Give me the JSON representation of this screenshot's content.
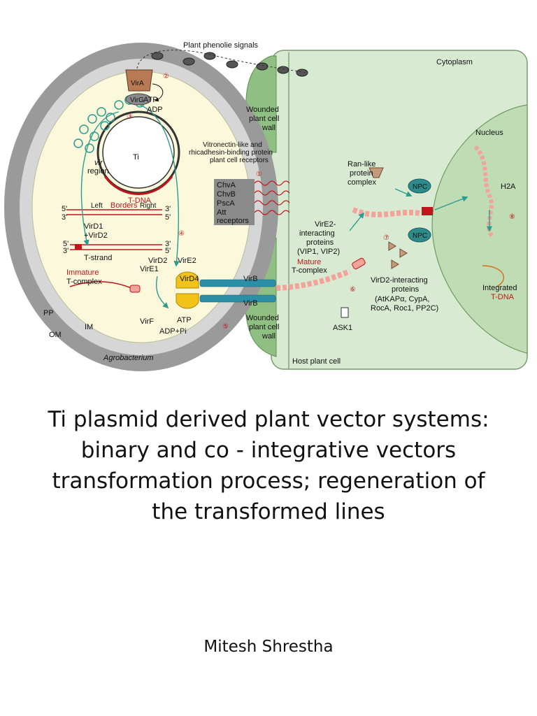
{
  "slide": {
    "title_lines": [
      "Ti plasmid derived plant vector systems:",
      "binary and co - integrative vectors",
      "transformation process; regeneration of",
      "the transformed lines"
    ],
    "author": "Mitesh Shrestha"
  },
  "figure": {
    "labels": {
      "phenolic": "Plant phenolie signals",
      "cytoplasm": "Cytoplasm",
      "wounded_top": [
        "Wounded",
        "plant cell",
        "wall"
      ],
      "wounded_bottom": [
        "Wounded",
        "plant cell",
        "wall"
      ],
      "host_cell": "Host plant cell",
      "agrobacterium": "Agrobacterium",
      "vira": "VirA",
      "virg": "VirG",
      "atp_top": "ATP",
      "adp_top": "ADP",
      "ti": "Ti",
      "vir_region": [
        "vir",
        "region"
      ],
      "tdna": "T-DNA",
      "left": "Left",
      "borders": "Borders",
      "right": "Right",
      "five_prime": "5'",
      "three_prime": "3'",
      "vird1": "VirD1",
      "vird2_plus": "+VirD2",
      "tstrand": "T-strand",
      "vird2": "VirD2",
      "vire1": "VirE1",
      "vire2": "VirE2",
      "vird4": "VirD4",
      "virb_top": "VirB",
      "virb_bottom": "VirB",
      "immature": "Immature",
      "tcomplex": "T-complex",
      "pp": "PP",
      "om": "OM",
      "im": "IM",
      "virf": "VirF",
      "atp_bottom": "ATP",
      "adp_pi": "ADP+Pi",
      "receptors_title": [
        "Vitronectin-like and",
        "rhicadhesin-binding protein",
        "plant cell receptors"
      ],
      "chv_labels": [
        "ChvA",
        "ChvB",
        "PscA",
        "Att",
        "receptors"
      ],
      "ranlike": [
        "Ran-like",
        "protein",
        "complex"
      ],
      "npc": "NPC",
      "nucleus": "Nucleus",
      "h2a": "H2A",
      "vire2_interacting": [
        "VirE2-",
        "interacting",
        "proteins",
        "(VIP1, VIP2)"
      ],
      "mature": "Mature",
      "mature_tcomplex": "T-complex",
      "vird2_interacting": [
        "VirD2-interacting",
        "proteins",
        "(AtKAPα, CypA,",
        "RocA, Roc1, PP2C)"
      ],
      "ask1": "ASK1",
      "integrated": "Integrated",
      "integrated_tdna": "T-DNA"
    },
    "steps": [
      "①",
      "②",
      "③",
      "④",
      "⑤",
      "⑥",
      "⑦",
      "⑧"
    ],
    "colors": {
      "cytoplasm": "#d9ead2",
      "nucleus": "#bfdcb4",
      "wall": "#8fbf82",
      "membrane": "#8b8b8b",
      "bacterium_interior": "#fbf8dc",
      "arrow": "#2a9d8f",
      "label_red": "#c0161b",
      "npc": "#2e8b8b",
      "virb": "#2b8fa8",
      "vird4": "#f2c318",
      "tcomplex": "#f4a39a"
    }
  }
}
